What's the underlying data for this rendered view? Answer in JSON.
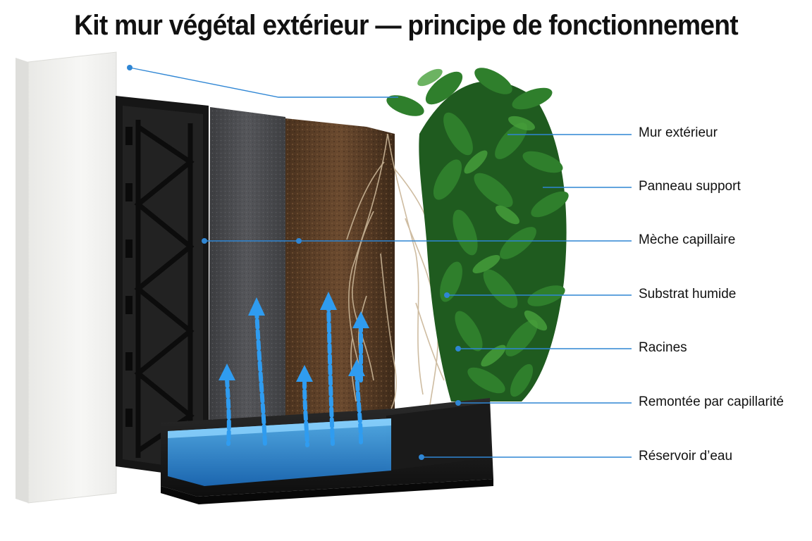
{
  "title": "Kit mur végétal extérieur — principe de fonctionnement",
  "colors": {
    "leader": "#2f86d4",
    "water": "#2f9cf0",
    "panel": "#1b1b1b",
    "felt": "#4a4b4e",
    "substrate": "#5a3e27",
    "leaf": "#2e7a2c",
    "wall": "#f4f4f2"
  },
  "labels": [
    {
      "id": "mur",
      "text": "Mur extérieur"
    },
    {
      "id": "panneau",
      "text": "Panneau support"
    },
    {
      "id": "meche",
      "text": "Mèche capillaire"
    },
    {
      "id": "substrat",
      "text": "Substrat humide"
    },
    {
      "id": "racines",
      "text": "Racines"
    },
    {
      "id": "remontee",
      "text": "Remontée par capillarité"
    },
    {
      "id": "reservoir",
      "text": "Réservoir d’eau"
    }
  ]
}
